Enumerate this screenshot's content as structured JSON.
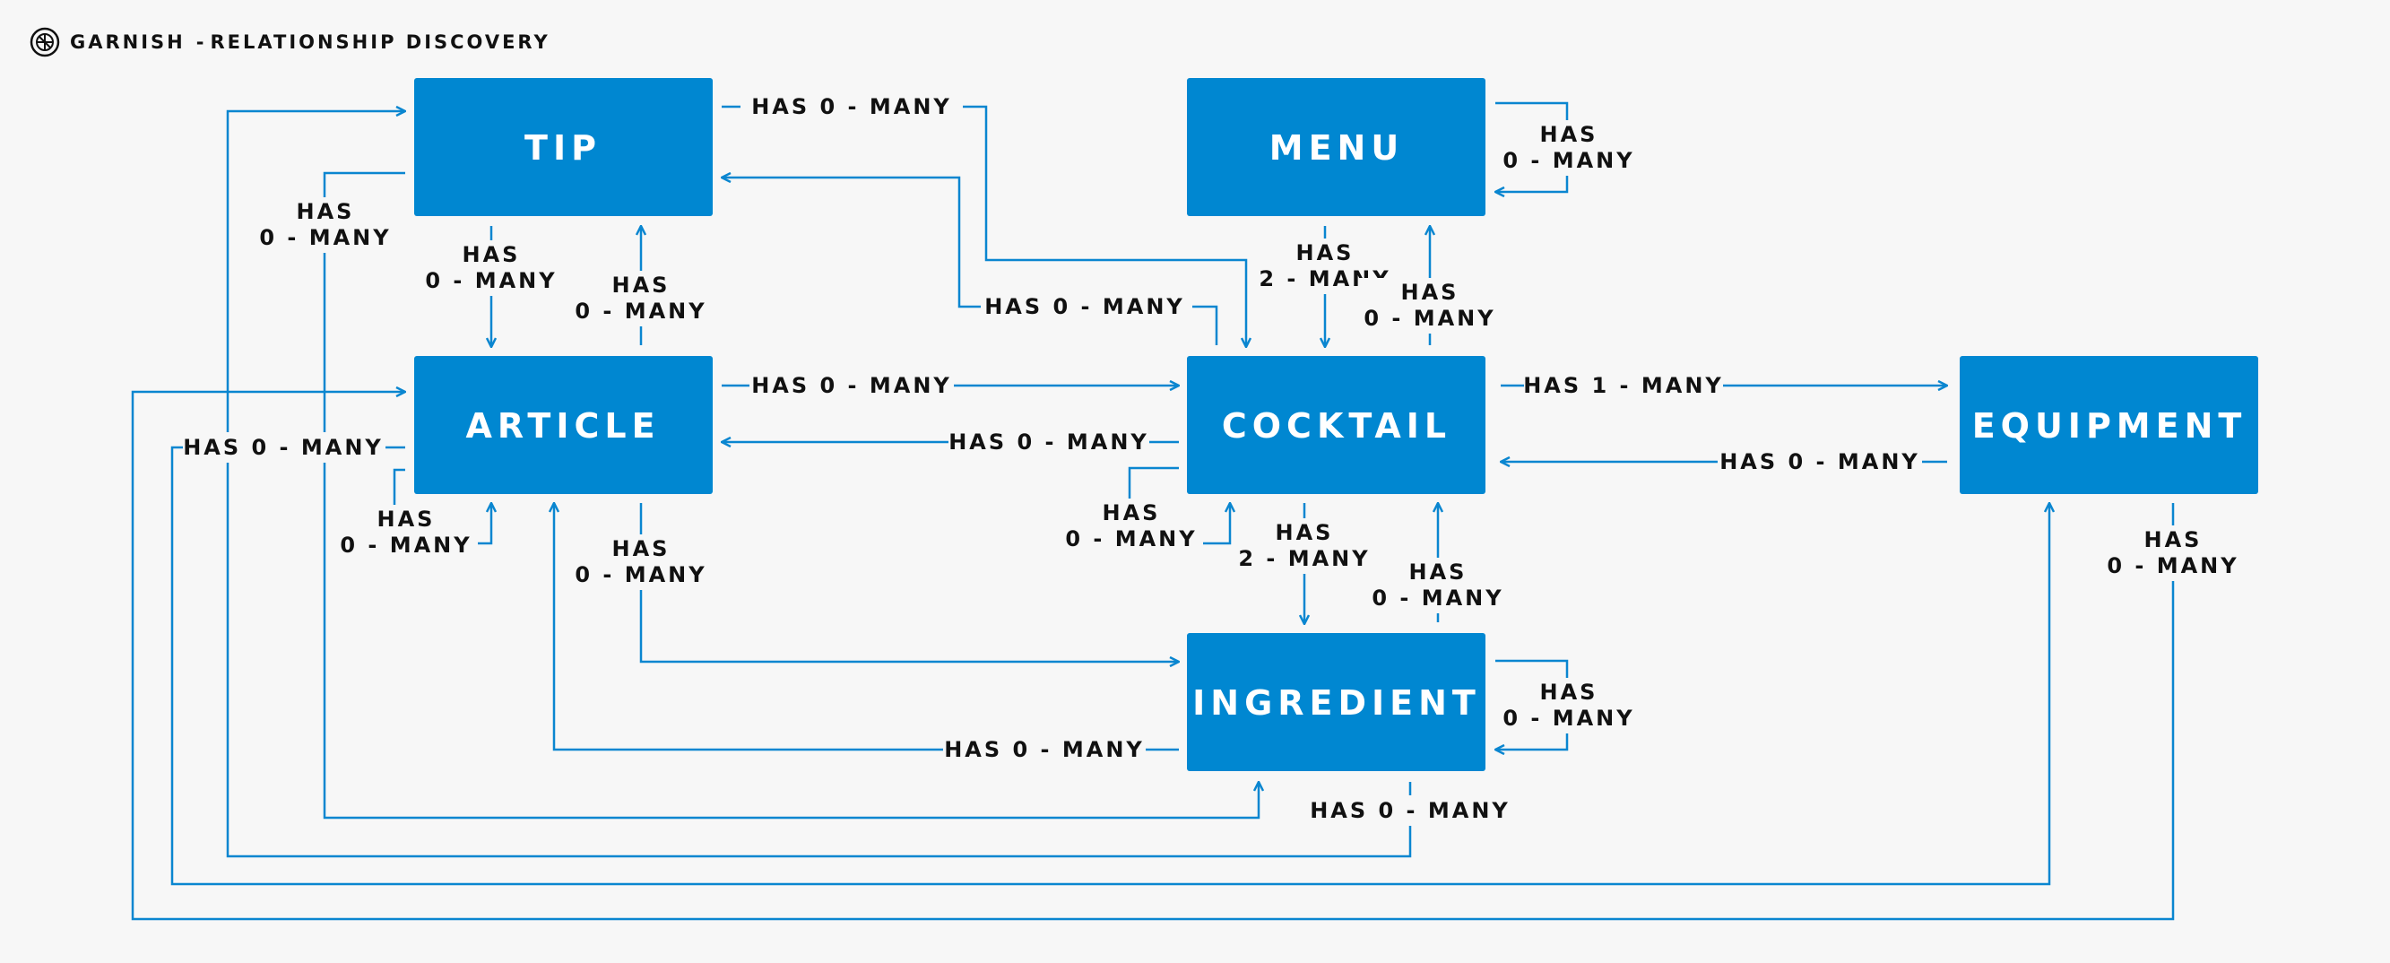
{
  "brand": {
    "name": "GARNISH",
    "separator": "-",
    "subtitle": "RELATIONSHIP DISCOVERY"
  },
  "colors": {
    "background": "#f7f7f7",
    "node_fill": "#0087d1",
    "node_text": "#ffffff",
    "edge": "#0a86d0",
    "label_text": "#111111"
  },
  "nodes": {
    "tip": "TIP",
    "menu": "MENU",
    "article": "ARTICLE",
    "cocktail": "COCKTAIL",
    "equipment": "EQUIPMENT",
    "ingredient": "INGREDIENT"
  },
  "edge_labels": {
    "tip_to_cocktail": "HAS 0 - MANY",
    "menu_self_1": "HAS",
    "menu_self_2": "0 - MANY",
    "tip_to_ingredient_1": "HAS",
    "tip_to_ingredient_2": "0 - MANY",
    "tip_to_article_1": "HAS",
    "tip_to_article_2": "0 - MANY",
    "article_to_tip_1": "HAS",
    "article_to_tip_2": "0 - MANY",
    "menu_to_cocktail_1": "HAS",
    "menu_to_cocktail_2": "2 - MANY",
    "cocktail_to_menu_1": "HAS",
    "cocktail_to_menu_2": "0 - MANY",
    "cocktail_to_tip": "HAS 0 - MANY",
    "article_to_cocktail": "HAS 0 - MANY",
    "cocktail_to_equipment": "HAS 1 - MANY",
    "cocktail_to_article": "HAS 0 - MANY",
    "article_to_equipment": "HAS 0 - MANY",
    "equipment_to_cocktail": "HAS 0 - MANY",
    "article_self_1": "HAS",
    "article_self_2": "0 - MANY",
    "cocktail_self_1": "HAS",
    "cocktail_self_2": "0 - MANY",
    "cocktail_to_ingredient_1": "HAS",
    "cocktail_to_ingredient_2": "2 - MANY",
    "ingredient_to_cocktail_1": "HAS",
    "ingredient_to_cocktail_2": "0 - MANY",
    "equipment_to_article_1": "HAS",
    "equipment_to_article_2": "0 - MANY",
    "article_to_ingredient_1": "HAS",
    "article_to_ingredient_2": "0 - MANY",
    "ingredient_self_1": "HAS",
    "ingredient_self_2": "0 - MANY",
    "ingredient_to_article": "HAS 0 - MANY",
    "ingredient_to_tip": "HAS 0 - MANY"
  }
}
